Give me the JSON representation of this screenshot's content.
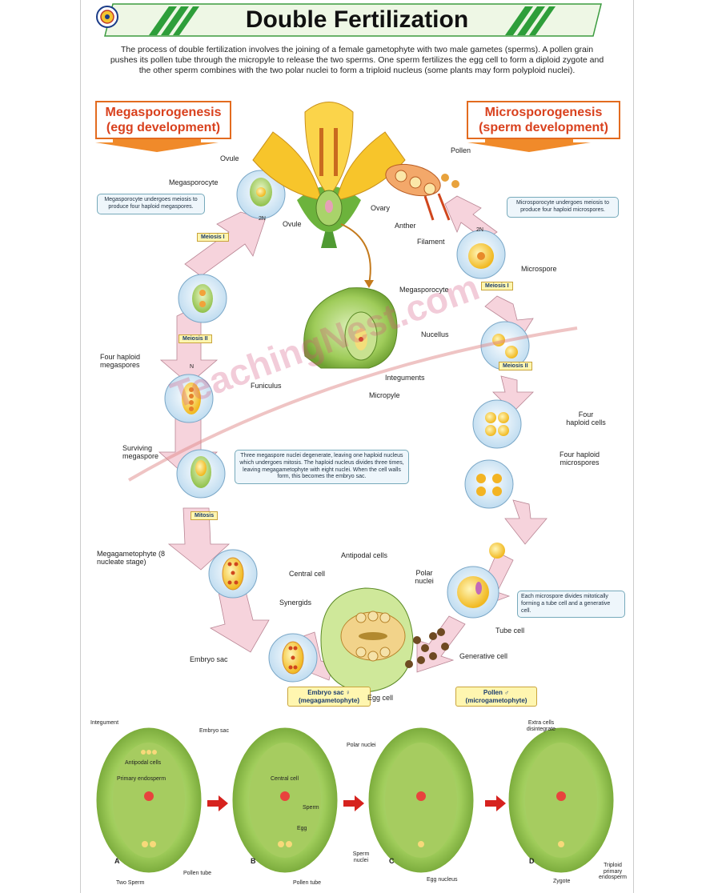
{
  "title": "Double Fertilization",
  "intro": "The process of double fertilization involves the joining of a female gametophyte with two male gametes (sperms). A pollen grain pushes its pollen tube through the micropyle to release the two sperms. One sperm fertilizes the egg cell to form a diploid zygote and the other sperm combines with the two polar nuclei to form a triploid nucleus (some plants may form polyploid nuclei).",
  "left_header": [
    "Megasporogenesis",
    "(egg development)"
  ],
  "right_header": [
    "Microsporogenesis",
    "(sperm development)"
  ],
  "labels": {
    "ovule_top": "Ovule",
    "megasporocyte_left": "Megasporocyte",
    "ovule_flower": "Ovule",
    "ovary": "Ovary",
    "pollen": "Pollen",
    "anther": "Anther",
    "filament": "Filament",
    "microspore": "Microspore",
    "megasporocyte_center": "Megasporocyte",
    "nucellus": "Nucellus",
    "integuments": "Integuments",
    "micropyle": "Micropyle",
    "funiculus": "Funiculus",
    "four_haploid_megaspores": "Four haploid megaspores",
    "surviving_megaspore": "Surviving megaspore",
    "four_haploid_cells": "Four haploid cells",
    "four_haploid_microspores": "Four haploid microspores",
    "megagametophyte": "Megagametophyte (8 nucleate stage)",
    "antipodal_cells": "Antipodal cells",
    "central_cell": "Central cell",
    "polar_nuclei": "Polar nuclei",
    "synergids": "Synergids",
    "embryo_sac": "Embryo sac",
    "egg_cell": "Egg cell",
    "tube_cell": "Tube cell",
    "generative_cell": "Generative cell",
    "two_n_left": "2N",
    "two_n_right": "2N",
    "n_left": "N"
  },
  "tags": {
    "meiosis_1_left": "Meiosis I",
    "meiosis_2_left": "Meiosis II",
    "mitosis_left": "Mitosis",
    "meiosis_1_right": "Meiosis I",
    "meiosis_2_right": "Meiosis II",
    "embryo_sac": "Embryo sac ♀ (megagametophyte)",
    "pollen": "Pollen ♂ (microgametophyte)"
  },
  "notes": {
    "megasporocyte": "Megasporocyte undergoes meiosis to produce four haploid megaspores.",
    "microsporocyte": "Microsporocyte undergoes meiosis to produce four haploid microspores.",
    "megaspores": "Three megaspore nuclei degenerate, leaving one haploid nucleus which undergoes mitosis. The haploid nucleus divides three times, leaving megagametophyte with eight nuclei. When the cell walls form, this becomes the embryo sac.",
    "microspore": "Each microspore divides mitotically forming a tube cell and a generative cell."
  },
  "bottom": {
    "integument": "Integument",
    "embryo_sac": "Embryo sac",
    "antipodal_cells": "Antipodal cells",
    "primary_endosperm": "Primary endosperm",
    "central_cell": "Central cell",
    "sperm": "Sperm",
    "egg": "Egg",
    "polar_nuclei": "Polar nuclei",
    "extra_cells": "Extra cells disintegrate",
    "two_sperm": "Two Sperm",
    "pollen_tube_a": "Pollen tube",
    "pollen_tube_b": "Pollen tube",
    "sperm_nuclei": "Sperm nuclei",
    "egg_nucleus": "Egg nucleus",
    "zygote": "Zygote",
    "triploid": "Triploid primary endosperm",
    "letter_a": "A",
    "letter_b": "B",
    "letter_c": "C",
    "letter_d": "D"
  },
  "watermark": "TeachingNest.com",
  "colors": {
    "title": "#111111",
    "header_text": "#d9411e",
    "arrow_fill": "#f5cfd8",
    "cell_blue": "#d8ecf8",
    "green_banner": "#2e9e3a"
  }
}
